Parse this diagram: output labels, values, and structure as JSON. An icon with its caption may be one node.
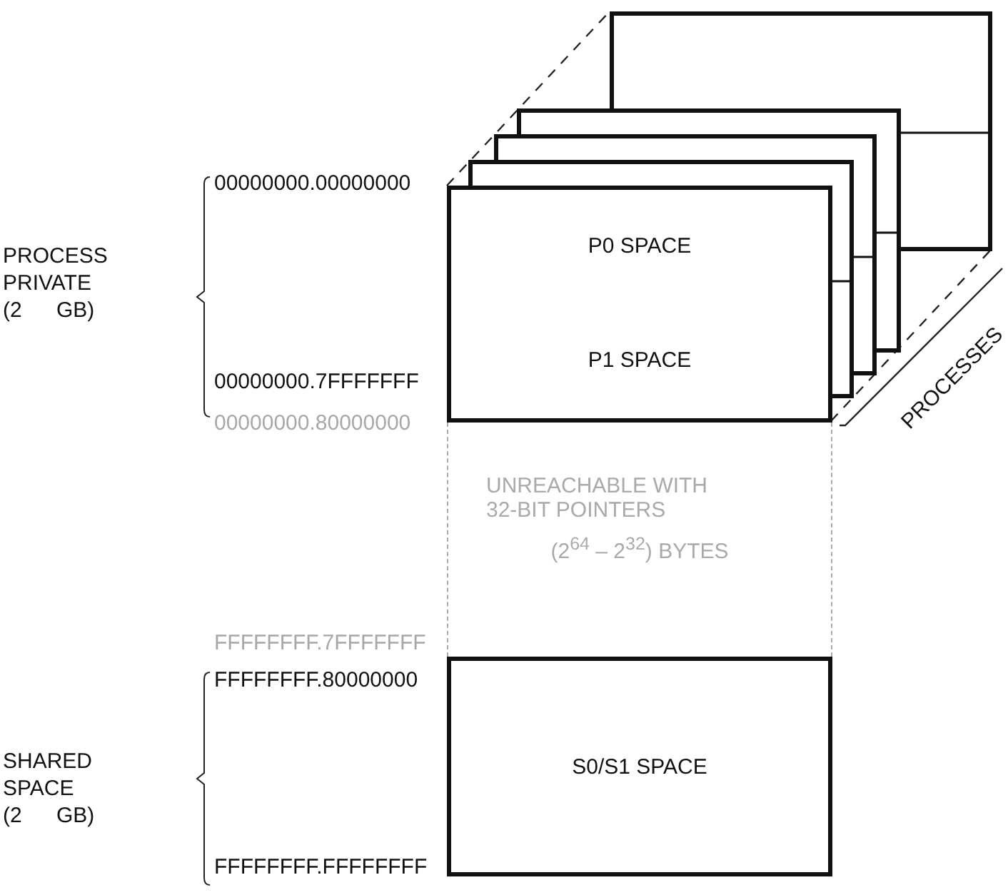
{
  "diagram": {
    "nodes": [
      {
        "text": [
          "P0 SPACE"
        ]
      },
      {
        "text": [
          "P1 SPACE"
        ]
      },
      {
        "text": [
          "UNREACHABLE WITH 32-BIT POINTERS",
          "(2$^{64}$ – 2$^{32}$) BYTES"
        ]
      },
      {
        "text": [
          "S0/S1 SPACE"
        ]
      }
    ],
    "edges": [],
    "labels": [
      "00000000.00000000",
      "PROCESS PRIVATE (2 GB)",
      "00000000.7FFFFFFF",
      "00000000.80000000",
      "PROCESSES",
      "FFFFFFFF.7FFFFFFF",
      "FFFFFFFF.80000000",
      "SHARED SPACE (2 GB)",
      "FFFFFFFF.FFFFFFFF"
    ]
  }
}
